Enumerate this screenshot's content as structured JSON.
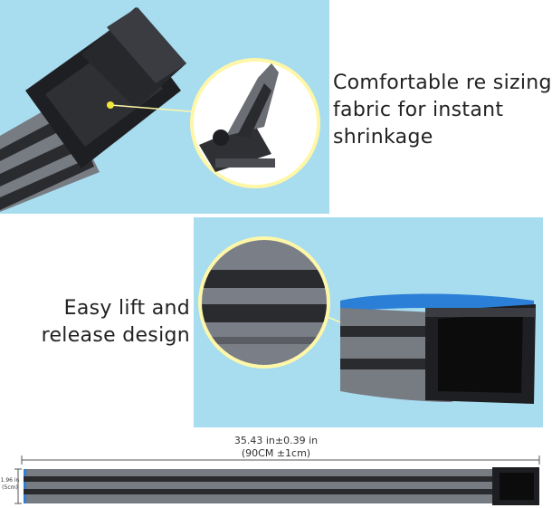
{
  "captions": {
    "top": [
      "Comfortable re sizing",
      "fabric for instant",
      "shrinkage"
    ],
    "middle": [
      "Easy lift and",
      "release design"
    ]
  },
  "dimensions": {
    "length_in": "35.43 in±0.39 in",
    "length_cm": "(90CM ±1cm)",
    "width_in": "1.96 in",
    "width_cm": "(5cm)"
  },
  "colors": {
    "panel_bg": "#a8dcef",
    "strap_gray": "#777b82",
    "strap_dark": "#2a2b2e",
    "buckle": "#1e1f22",
    "inner_blue": "#2b7fd6",
    "callout_ring": "#fff7a8",
    "callout_dot": "#f2e83a"
  }
}
